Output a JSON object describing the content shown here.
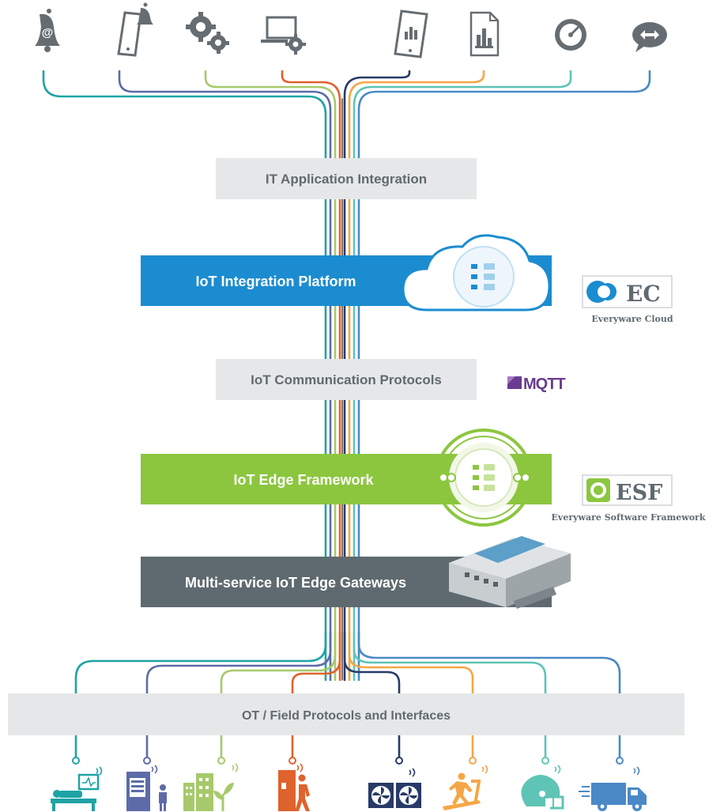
{
  "layers": {
    "it_app": "IT Application Integration",
    "platform": "IoT Integration Platform",
    "protocols": "IoT Communication Protocols",
    "edge": "IoT Edge Framework",
    "gateways": "Multi-service IoT Edge Gateways",
    "field": "OT / Field Protocols and Interfaces"
  },
  "logos": {
    "ec_mark": "EC",
    "ec_name": "Everyware Cloud",
    "esf_mark": "ESF",
    "esf_name": "Everyware Software Framework",
    "mqtt": "MQTT"
  },
  "colors": {
    "platform_blue": "#1b8ccf",
    "edge_green": "#8cc63f",
    "gateway_gray": "#5f6a70",
    "light_band": "#e6e7e8",
    "icon_gray": "#666d72",
    "teal": "#1fa3a4",
    "orange": "#f28c28",
    "navy": "#273a68"
  },
  "top_icons": [
    "email-alert-icon",
    "mobile-alert-icon",
    "gears-icon",
    "laptop-settings-icon",
    "mobile-chart-icon",
    "report-chart-icon",
    "dashboard-gauge-icon",
    "chat-bubble-icon"
  ],
  "bottom_icons": [
    "patient-monitor-icon",
    "vending-machine-icon",
    "smart-building-icon",
    "door-access-icon",
    "industrial-fans-icon",
    "treadmill-icon",
    "helmet-icon",
    "delivery-truck-icon"
  ]
}
